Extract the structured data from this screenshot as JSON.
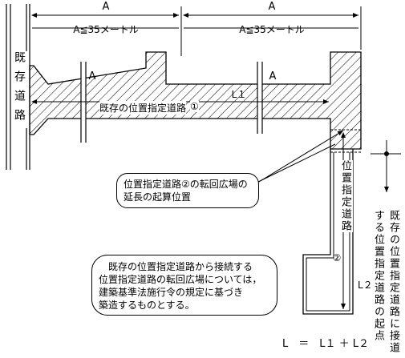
{
  "dims": {
    "a_top_left": "A",
    "a_top_right": "A",
    "a_limit_left": "A≦35メートル",
    "a_limit_right": "A≦35メートル",
    "a_center_left": "A",
    "a_center_right": "A"
  },
  "labels": {
    "existing_road": "既存道路",
    "existing_designated_road": "既存の位置指定道路",
    "circle1": "①",
    "l1": "L１",
    "designated_road2": "位置指定道路",
    "circle2": "②",
    "l2": "L２",
    "origin_point": "既存の位置指定道路に接道する位置指定道路の起点",
    "formula": "L　＝　L１ ＋ L２"
  },
  "notes": {
    "extension_start_line1": "位置指定道路②の転回広場の",
    "extension_start_line2": "延長の起算位置",
    "rule_line1": "既存の位置指定道路から接続する",
    "rule_line2": "位置指定道路の転回広場については，",
    "rule_line3": "建築基準法施行令の規定に基づき",
    "rule_line4": "築造するものとする。"
  }
}
